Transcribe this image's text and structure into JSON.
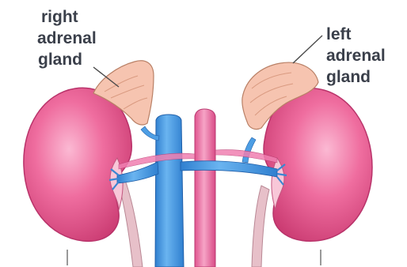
{
  "labels": {
    "right_adrenal": [
      "right",
      "adrenal",
      "gland"
    ],
    "left_adrenal": [
      "left",
      "adrenal",
      "gland"
    ]
  },
  "colors": {
    "kidney": "#ef6d9f",
    "kidney_dark": "#cf3f78",
    "kidney_light": "#f9a8c8",
    "adrenal": "#f6c2ae",
    "adrenal_outline": "#c98b74",
    "vein": "#4d9ee4",
    "artery": "#f07fb1",
    "ureter": "#e0b7c1",
    "label_text": "#3a3f4a",
    "leader_line": "#4a4a4a"
  }
}
